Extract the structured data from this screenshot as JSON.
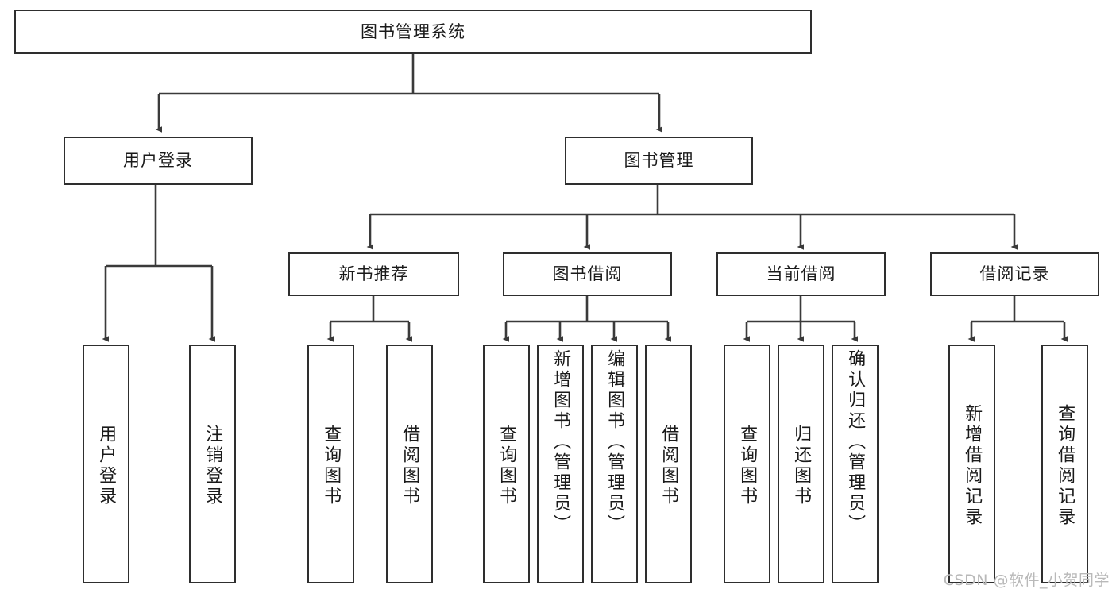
{
  "diagram": {
    "type": "tree-hierarchy",
    "title": "图书管理系统",
    "theme": {
      "background": "#ffffff",
      "box_border": "#2e2e2e",
      "box_fill": "#ffffff",
      "text": "#1a1a1a",
      "connector": "#3a3a3a",
      "watermark": "#b9b9b9"
    },
    "root": {
      "label": "图书管理系统"
    },
    "level2": [
      {
        "label": "用户登录"
      },
      {
        "label": "图书管理"
      }
    ],
    "level3": [
      {
        "label": "新书推荐"
      },
      {
        "label": "图书借阅"
      },
      {
        "label": "当前借阅"
      },
      {
        "label": "借阅记录"
      }
    ],
    "leaves": {
      "user_login": [
        {
          "label": "用户登录"
        },
        {
          "label": "注销登录"
        }
      ],
      "new_book": [
        {
          "label": "查询图书"
        },
        {
          "label": "借阅图书"
        }
      ],
      "book_borrow": [
        {
          "label": "查询图书"
        },
        {
          "label": "新增图书（管理员）"
        },
        {
          "label": "编辑图书（管理员）"
        },
        {
          "label": "借阅图书"
        }
      ],
      "current_borrow": [
        {
          "label": "查询图书"
        },
        {
          "label": "归还图书"
        },
        {
          "label": "确认归还（管理员）"
        }
      ],
      "borrow_record": [
        {
          "label": "新增借阅记录"
        },
        {
          "label": "查询借阅记录"
        }
      ]
    }
  },
  "watermark": {
    "text": "CSDN @软件_小贺同学"
  }
}
